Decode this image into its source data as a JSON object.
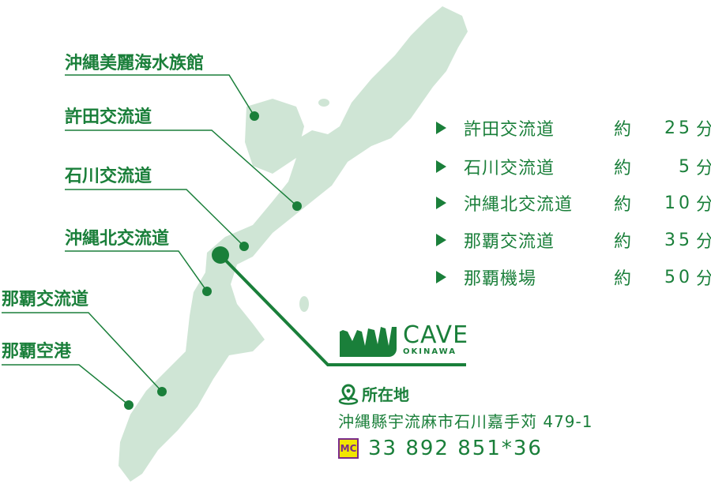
{
  "colors": {
    "primary": "#1a7f3a",
    "land": "#cfe5d5"
  },
  "map_labels": [
    "沖縄美麗海水族館",
    "許田交流道",
    "石川交流道",
    "沖縄北交流道",
    "那覇交流道",
    "那覇空港"
  ],
  "routes": [
    {
      "name": "許田交流道",
      "about": "約",
      "minutes": "25",
      "unit": "分"
    },
    {
      "name": "石川交流道",
      "about": "約",
      "minutes": "5",
      "unit": "分"
    },
    {
      "name": "沖縄北交流道",
      "about": "約",
      "minutes": "10",
      "unit": "分"
    },
    {
      "name": "那覇交流道",
      "about": "約",
      "minutes": "35",
      "unit": "分"
    },
    {
      "name": "那覇機場",
      "about": "約",
      "minutes": "50",
      "unit": "分"
    }
  ],
  "logo": {
    "title": "CAVE",
    "subtitle": "OKINAWA"
  },
  "location": {
    "heading": "所在地",
    "address": "沖縄縣宇流麻市石川嘉手苅 479-1",
    "mapcode_icon": "MC",
    "mapcode": "33 892 851*36"
  }
}
